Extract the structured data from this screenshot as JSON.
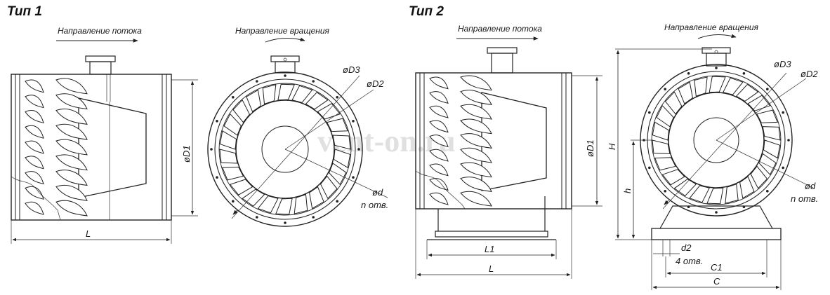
{
  "watermark": "vent-on.ru",
  "type1": {
    "title": "Тип 1",
    "side": {
      "flow_label": "Направление потока",
      "d1": "øD1",
      "l": "L"
    },
    "front": {
      "rot_label": "Направление вращения",
      "d3": "øD3",
      "d2": "øD2",
      "d": "ød",
      "n": "n отв."
    }
  },
  "type2": {
    "title": "Тип 2",
    "side": {
      "flow_label": "Направление потока",
      "d1": "øD1",
      "l1": "L1",
      "l": "L"
    },
    "front": {
      "rot_label": "Направление вращения",
      "d3": "øD3",
      "d2": "øD2",
      "d": "ød",
      "n": "n отв.",
      "h_upper": "H",
      "h_lower": "h",
      "d2s": "d2",
      "holes4": "4 отв.",
      "c1": "C1",
      "c": "C"
    }
  },
  "colors": {
    "line": "#222222",
    "watermark": "#c8c8c8"
  }
}
